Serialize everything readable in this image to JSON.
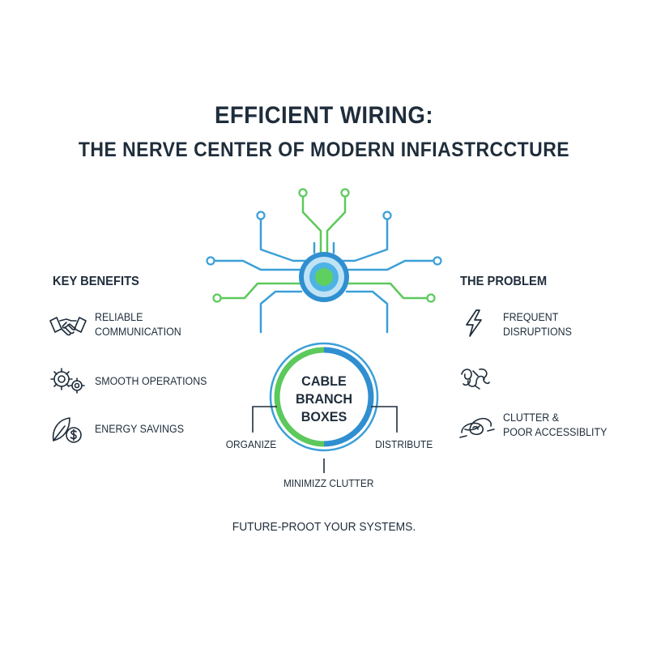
{
  "header": {
    "title_line1": "EFFICIENT WIRING:",
    "title_line2": "THE NERVE CENTER OF MODERN INFIASTRCCTURE"
  },
  "benefits": {
    "heading": "KEY BENEFITS",
    "items": [
      {
        "line1": "RELIABLE",
        "line2": "COMMUNICATION",
        "icon": "handshake-icon"
      },
      {
        "line1": "SMOOTH OPERATIONS",
        "line2": "",
        "icon": "gears-icon"
      },
      {
        "line1": "ENERGY SAVINGS",
        "line2": "",
        "icon": "leaf-dollar-icon"
      }
    ]
  },
  "problem": {
    "heading": "THE PROBLEM",
    "items": [
      {
        "line1": "FREQUENT",
        "line2": "DISRUPTIONS",
        "icon": "lightning-icon"
      },
      {
        "line1": "",
        "line2": "",
        "icon": "tangled-wires-icon"
      },
      {
        "line1": "CLUTTER &",
        "line2": "POOR ACCESSIBLITY",
        "icon": "tangled-cable-icon"
      }
    ]
  },
  "center": {
    "line1": "CABLE",
    "line2": "BRANCH",
    "line3": "BOXES"
  },
  "flow": {
    "left": "ORGANIZE",
    "right": "DISTRIBUTE",
    "bottom": "MINIMIZZ CLUTTER"
  },
  "footer": {
    "text": "FUTURE-PROOT YOUR SYSTEMS."
  },
  "colors": {
    "blue": "#3b9fd8",
    "green": "#5cc95c",
    "dark": "#1f2d3b"
  }
}
